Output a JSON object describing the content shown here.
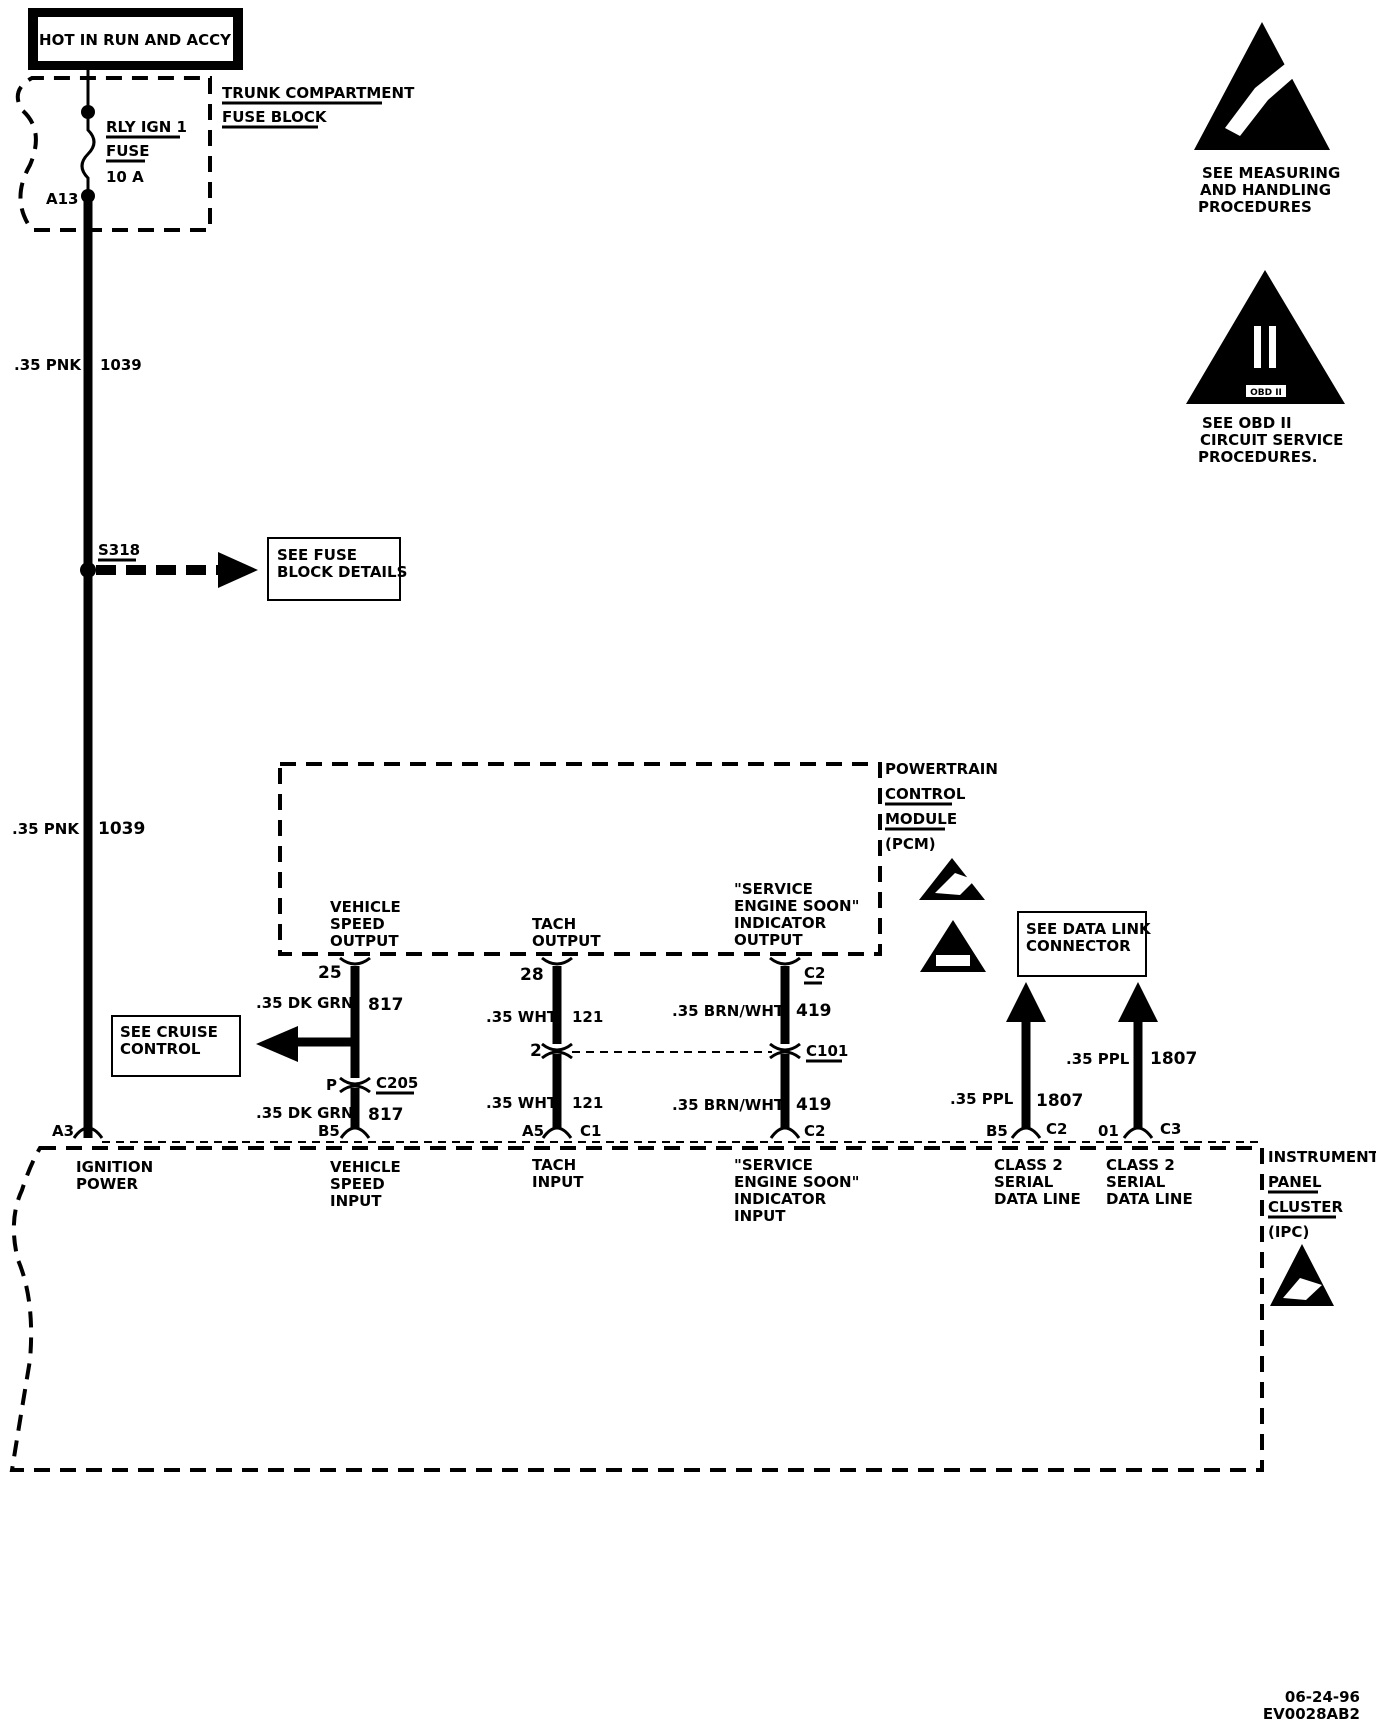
{
  "power_source": {
    "label": "HOT IN RUN AND ACCY"
  },
  "fuse_block": {
    "title_line1": "TRUNK COMPARTMENT",
    "title_line2": "FUSE BLOCK",
    "fuse_name_line1": "RLY IGN 1",
    "fuse_name_line2": "FUSE",
    "fuse_rating": "10 A",
    "terminal": "A13"
  },
  "wire_main": {
    "gauge_color": ".35 PNK",
    "circuit": "1039"
  },
  "splice": {
    "id": "S318",
    "ref_line1": "SEE FUSE",
    "ref_line2": "BLOCK DETAILS"
  },
  "pcm": {
    "title_line1": "POWERTRAIN",
    "title_line2": "CONTROL",
    "title_line3": "MODULE",
    "title_line4": "(PCM)",
    "out_vss_1": "VEHICLE",
    "out_vss_2": "SPEED",
    "out_vss_3": "OUTPUT",
    "out_tach_1": "TACH",
    "out_tach_2": "OUTPUT",
    "out_ses_1": "\"SERVICE",
    "out_ses_2": "ENGINE SOON\"",
    "out_ses_3": "INDICATOR",
    "out_ses_4": "OUTPUT",
    "pin_vss": "25",
    "pin_tach": "28",
    "pin_ses": "C2"
  },
  "wires": {
    "vss_gauge": ".35 DK GRN",
    "vss_circuit": "817",
    "tach_gauge": ".35 WHT",
    "tach_circuit": "121",
    "ses_gauge": ".35 BRN/WHT",
    "ses_circuit": "419",
    "data_gauge": ".35 PPL",
    "data_circuit": "1807"
  },
  "connectors": {
    "c205": "C205",
    "c205_pin_top": "P",
    "c205_pin_bottom": "B5",
    "c101": "C101",
    "c101_pin": "2"
  },
  "refs": {
    "cruise_line1": "SEE CRUISE",
    "cruise_line2": "CONTROL",
    "dlc_line1": "SEE DATA LINK",
    "dlc_line2": "CONNECTOR"
  },
  "ipc": {
    "title_line1": "INSTRUMENT",
    "title_line2": "PANEL",
    "title_line3": "CLUSTER",
    "title_line4": "(IPC)",
    "pin_ign": "A3",
    "ign_1": "IGNITION",
    "ign_2": "POWER",
    "pin_vss": "B5",
    "vss_1": "VEHICLE",
    "vss_2": "SPEED",
    "vss_3": "INPUT",
    "pin_tach_a": "A5",
    "pin_tach_c": "C1",
    "tach_1": "TACH",
    "tach_2": "INPUT",
    "pin_ses": "C2",
    "ses_1": "\"SERVICE",
    "ses_2": "ENGINE SOON\"",
    "ses_3": "INDICATOR",
    "ses_4": "INPUT",
    "pin_d1_a": "B5",
    "pin_d1_c": "C2",
    "d1_1": "CLASS 2",
    "d1_2": "SERIAL",
    "d1_3": "DATA LINE",
    "pin_d2_a": "01",
    "pin_d2_c": "C3",
    "d2_1": "CLASS 2",
    "d2_2": "SERIAL",
    "d2_3": "DATA LINE"
  },
  "notes": {
    "esd_1": "SEE MEASURING",
    "esd_2": "AND HANDLING",
    "esd_3": "PROCEDURES",
    "obd_1": "SEE OBD II",
    "obd_2": "CIRCUIT SERVICE",
    "obd_3": "PROCEDURES.",
    "obd_badge": "OBD II"
  },
  "footer": {
    "date": "06-24-96",
    "code": "EV0028AB2"
  }
}
